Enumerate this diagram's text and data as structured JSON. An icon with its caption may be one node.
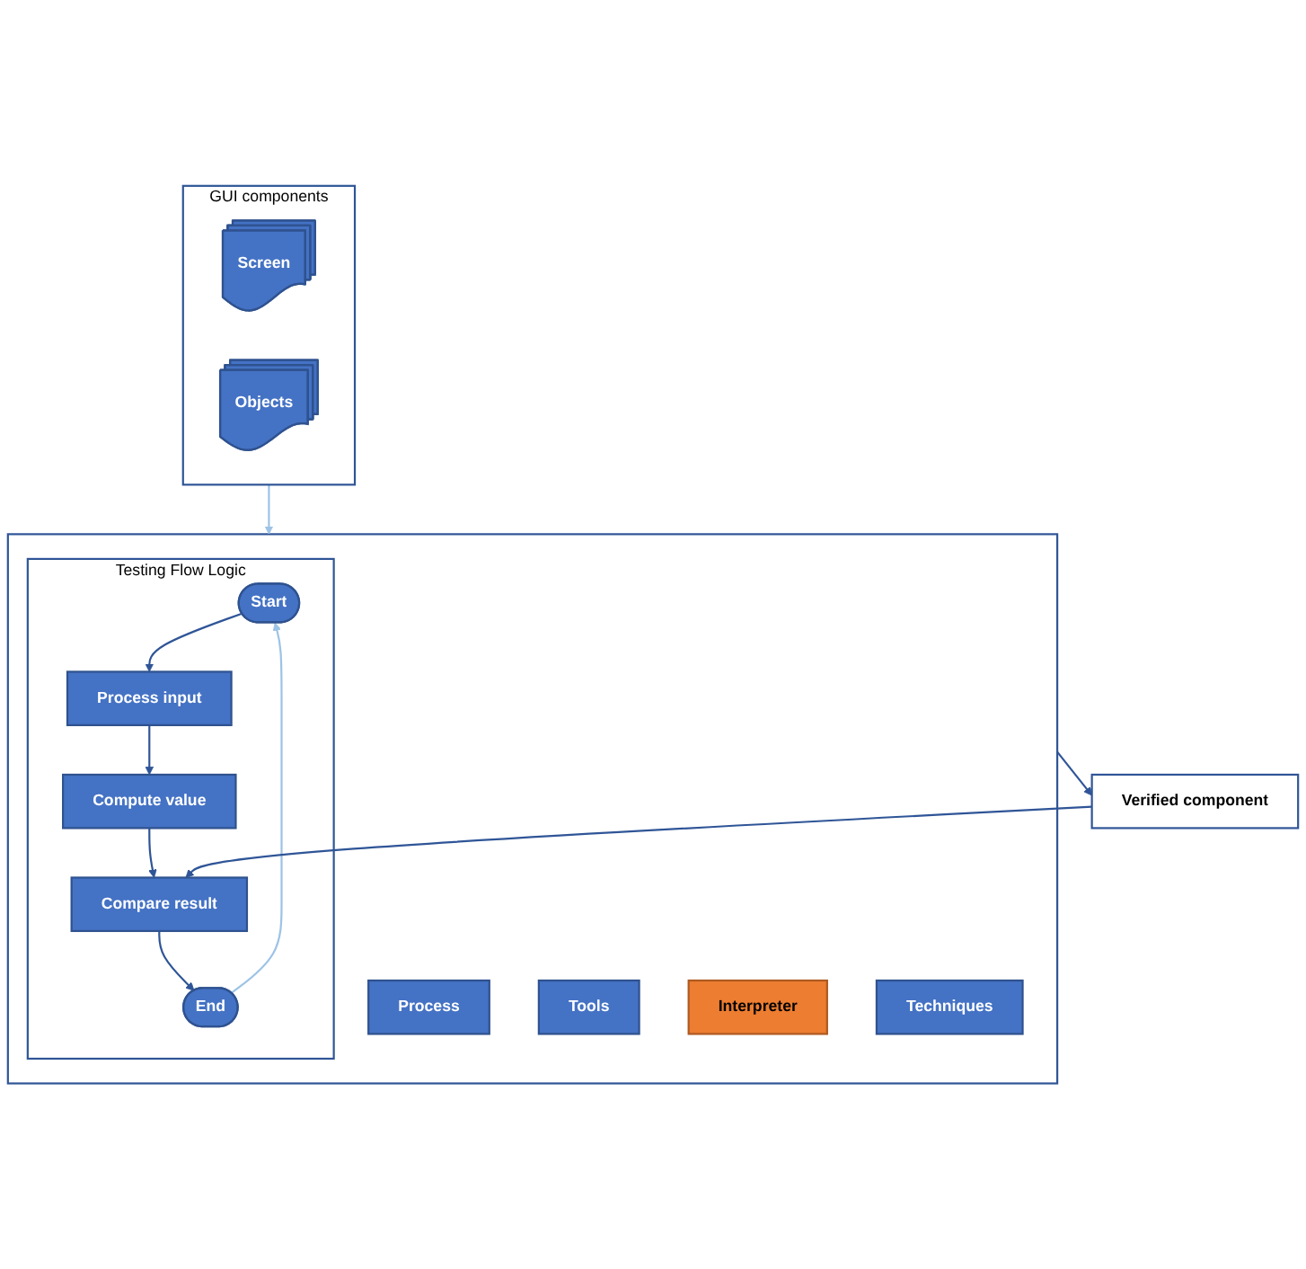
{
  "diagram": {
    "nodes": [
      {
        "text": [
          "GUI components"
        ]
      },
      {
        "text": [
          "Screen"
        ],
        "in": 0
      },
      {
        "text": [
          "Objects"
        ],
        "in": 0
      },
      {
        "text": [],
        "shape": "box"
      },
      {
        "text": [
          "Process"
        ],
        "in": 3
      },
      {
        "text": [
          "Tools"
        ],
        "in": 3
      },
      {
        "text": [
          "Interpreter"
        ],
        "in": 3
      },
      {
        "text": [
          "Techniques"
        ],
        "in": 3
      },
      {
        "text": [
          "Testing Flow Logic"
        ],
        "in": 3
      },
      {
        "text": [
          "Start"
        ],
        "in": 8
      },
      {
        "text": [
          "Process input"
        ],
        "in": 8
      },
      {
        "text": [
          "Compute value"
        ],
        "in": 8
      },
      {
        "text": [
          "Compare result"
        ],
        "in": 8
      },
      {
        "text": [
          "End"
        ],
        "in": 8
      },
      {
        "text": [
          "Verified component"
        ]
      }
    ],
    "edges": [
      {
        "from": 0,
        "to": 3,
        "arrow": "to",
        "color": "#9dc3e6"
      },
      {
        "from": 9,
        "to": 10,
        "arrow": "to"
      },
      {
        "from": 10,
        "to": 11,
        "arrow": "to"
      },
      {
        "from": 11,
        "to": 12,
        "arrow": "to"
      },
      {
        "from": 12,
        "to": 13,
        "arrow": "to"
      },
      {
        "from": 13,
        "to": 9,
        "arrow": "to",
        "color": "#9dc3e6"
      },
      {
        "from": 3,
        "to": 14,
        "arrow": "to"
      },
      {
        "from": 14,
        "to": 12,
        "arrow": "to"
      }
    ]
  }
}
